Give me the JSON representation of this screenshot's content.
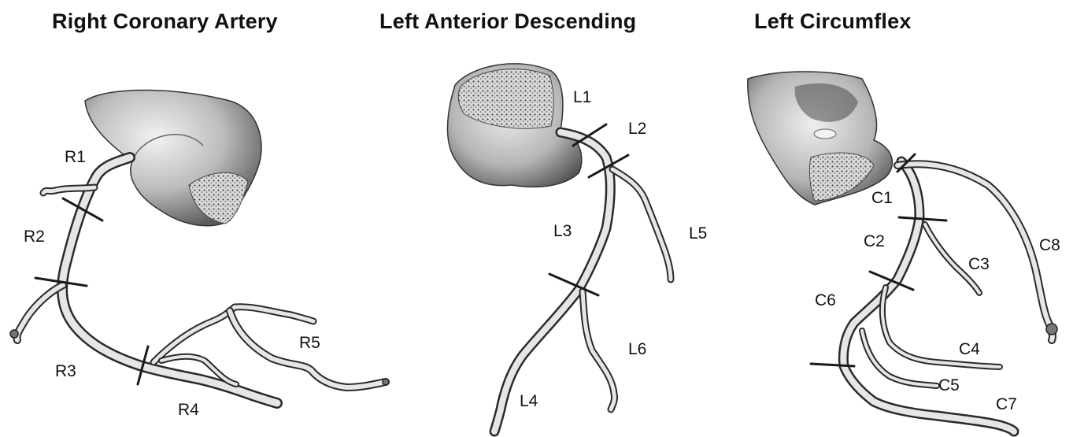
{
  "panels": [
    {
      "title": "Right Coronary Artery",
      "labels": [
        "R1",
        "R2",
        "R3",
        "R4",
        "R5"
      ]
    },
    {
      "title": "Left Anterior Descending",
      "labels": [
        "L1",
        "L2",
        "L3",
        "L4",
        "L5",
        "L6"
      ]
    },
    {
      "title": "Left Circumflex",
      "labels": [
        "C1",
        "C2",
        "C3",
        "C4",
        "C5",
        "C6",
        "C7",
        "C8"
      ]
    }
  ]
}
